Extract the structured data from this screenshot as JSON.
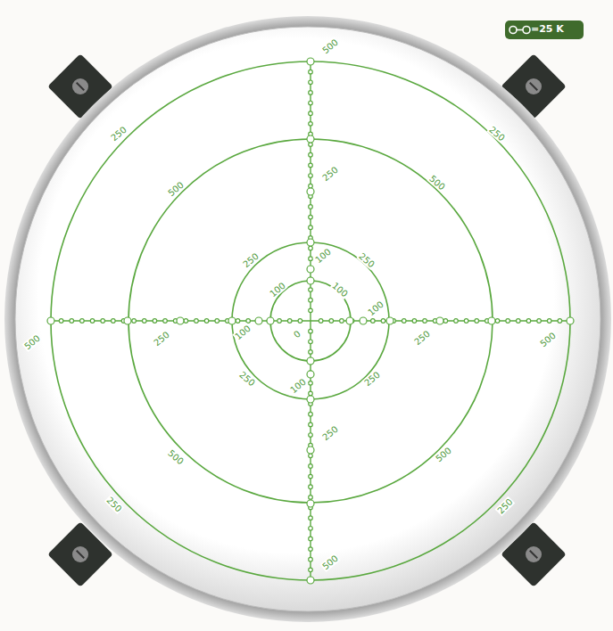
{
  "diagram": {
    "labels": [
      "500",
      "250",
      "250",
      "500",
      "500",
      "250",
      "250",
      "100",
      "250",
      "100",
      "100",
      "100",
      "500",
      "250",
      "100",
      "0",
      "250",
      "500",
      "250",
      "100",
      "250",
      "250",
      "500",
      "500",
      "250",
      "250",
      "500"
    ],
    "legend": [
      {
        "text": "=25 K"
      }
    ]
  }
}
